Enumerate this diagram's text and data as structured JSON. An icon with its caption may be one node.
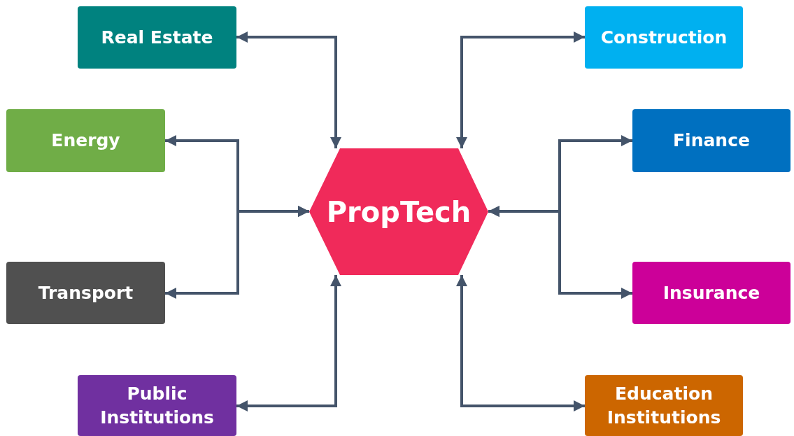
{
  "diagram": {
    "nodes": [
      {
        "text": [
          "PropTech"
        ]
      },
      {
        "text": [
          "Real Estate"
        ]
      },
      {
        "text": [
          "Construction"
        ]
      },
      {
        "text": [
          "Energy"
        ]
      },
      {
        "text": [
          "Finance"
        ]
      },
      {
        "text": [
          "Transport"
        ]
      },
      {
        "text": [
          "Insurance"
        ]
      },
      {
        "text": [
          "Public Institutions"
        ]
      },
      {
        "text": [
          "Education Institutions"
        ]
      }
    ],
    "edges": [
      {
        "from": 0,
        "to": 1,
        "arrow": "both"
      },
      {
        "from": 0,
        "to": 2,
        "arrow": "both"
      },
      {
        "from": 0,
        "to": 3,
        "arrow": "both"
      },
      {
        "from": 0,
        "to": 5,
        "arrow": "both"
      },
      {
        "from": 0,
        "to": 4,
        "arrow": "both"
      },
      {
        "from": 0,
        "to": 6,
        "arrow": "both"
      },
      {
        "from": 0,
        "to": 7,
        "arrow": "both"
      },
      {
        "from": 0,
        "to": 8,
        "arrow": "both"
      }
    ]
  }
}
